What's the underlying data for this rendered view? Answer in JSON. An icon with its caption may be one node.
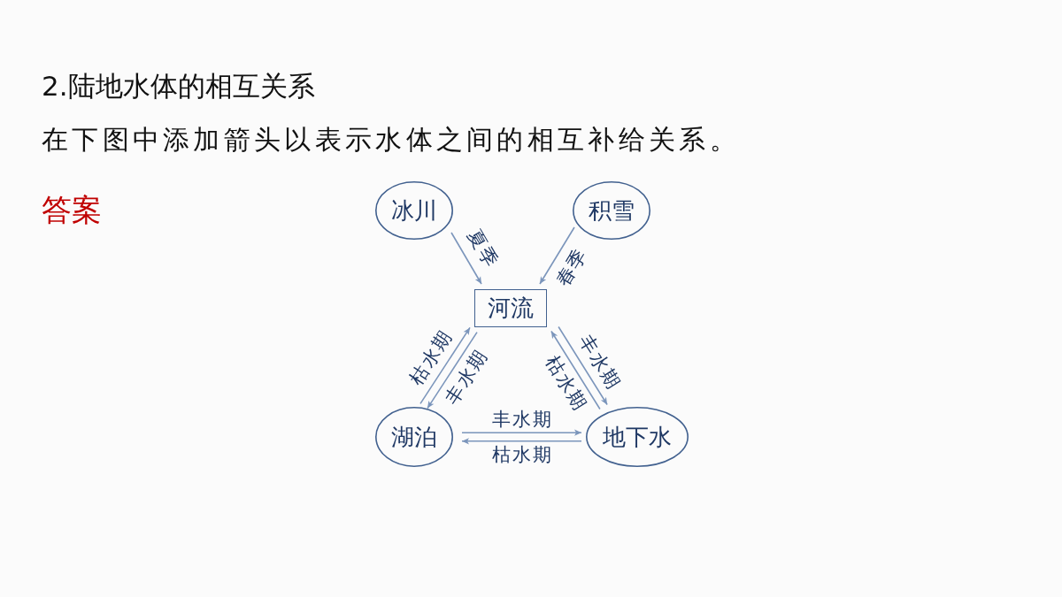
{
  "diagram": {
    "title": "2.陆地水体的相互关系",
    "nodes": [
      {
        "text": [
          "冰川"
        ]
      },
      {
        "text": [
          "积雪"
        ]
      },
      {
        "text": [
          "河流"
        ]
      },
      {
        "text": [
          "湖泊"
        ]
      },
      {
        "text": [
          "地下水"
        ]
      }
    ],
    "edges": [
      {
        "from": 0,
        "to": 2,
        "arrow": "to",
        "label": "夏季"
      },
      {
        "from": 1,
        "to": 2,
        "arrow": "to",
        "label": "春季"
      },
      {
        "from": 3,
        "to": 2,
        "arrow": "to",
        "label": "枯水期"
      },
      {
        "from": 2,
        "to": 3,
        "arrow": "to",
        "label": "丰水期"
      },
      {
        "from": 2,
        "to": 4,
        "arrow": "to",
        "label": "丰水期"
      },
      {
        "from": 4,
        "to": 2,
        "arrow": "to",
        "label": "枯水期"
      },
      {
        "from": 3,
        "to": 4,
        "arrow": "to",
        "label": "丰水期"
      },
      {
        "from": 4,
        "to": 3,
        "arrow": "to",
        "label": "枯水期"
      }
    ],
    "labels": [
      "在下图中添加箭头以表示水体之间的相互补给关系。",
      "答案"
    ]
  }
}
